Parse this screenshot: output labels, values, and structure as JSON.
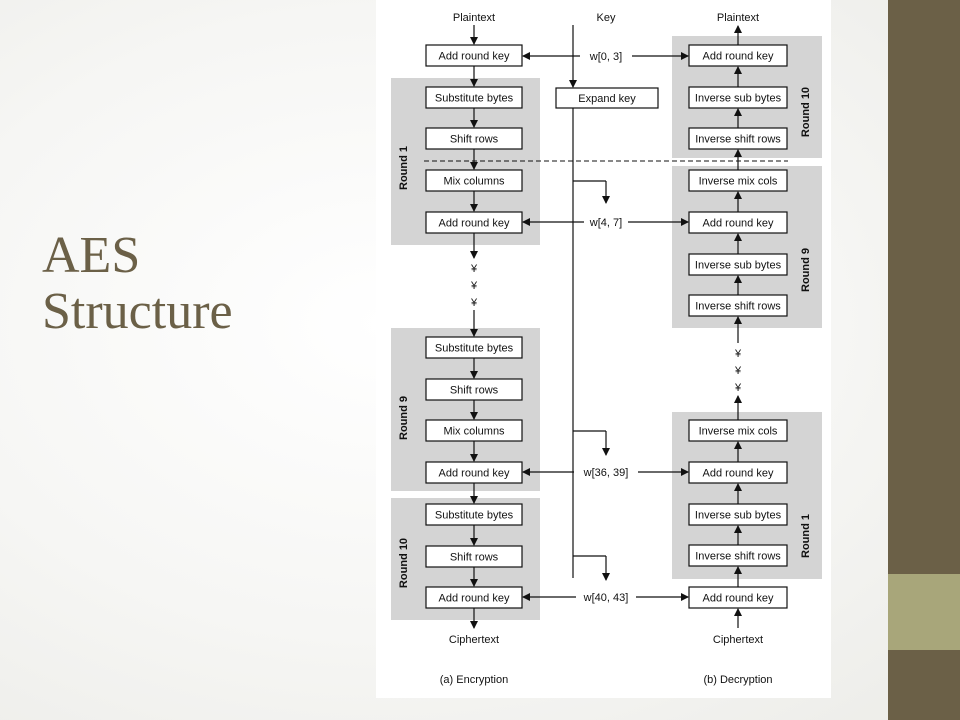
{
  "slide": {
    "title_lines": [
      "AES",
      "Structure"
    ],
    "colors": {
      "title": "#6b6047",
      "sidebar_top": "#6b6047",
      "sidebar_mid": "#a8a67a",
      "sidebar_bottom": "#6b6047",
      "round_bg": "#d4d4d4"
    }
  },
  "diagram": {
    "plaintext_enc": "Plaintext",
    "plaintext_dec": "Plaintext",
    "key": "Key",
    "expand_key": "Expand key",
    "ciphertext_enc": "Ciphertext",
    "ciphertext_dec": "Ciphertext",
    "key_words": [
      "w[0, 3]",
      "w[4, 7]",
      "w[36, 39]",
      "w[40, 43]"
    ],
    "ellipsis": "¥",
    "encryption": {
      "caption": "(a) Encryption",
      "top_step": "Add round key",
      "rounds": [
        {
          "label": "Round 1",
          "steps": [
            "Substitute bytes",
            "Shift rows",
            "Mix columns",
            "Add round key"
          ]
        },
        {
          "label": "Round 9",
          "steps": [
            "Substitute bytes",
            "Shift rows",
            "Mix columns",
            "Add round key"
          ]
        },
        {
          "label": "Round 10",
          "steps": [
            "Substitute bytes",
            "Shift rows",
            "Add round key"
          ]
        }
      ]
    },
    "decryption": {
      "caption": "(b) Decryption",
      "bottom_step": "Add round key",
      "rounds": [
        {
          "label": "Round 10",
          "steps": [
            "Add round key",
            "Inverse sub bytes",
            "Inverse shift rows"
          ]
        },
        {
          "label": "Round 9",
          "steps": [
            "Inverse mix cols",
            "Add round key",
            "Inverse sub bytes",
            "Inverse shift rows"
          ]
        },
        {
          "label": "Round 1",
          "steps": [
            "Inverse mix cols",
            "Add round key",
            "Inverse sub bytes",
            "Inverse shift rows"
          ]
        }
      ]
    }
  }
}
